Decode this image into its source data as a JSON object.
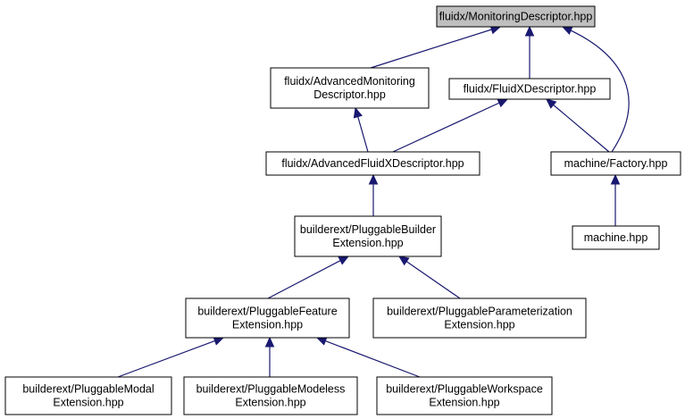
{
  "colors": {
    "edge": "#191970",
    "root_fill": "#bfbfbf",
    "node_fill": "#ffffff",
    "node_border": "#000000"
  },
  "nodes": [
    {
      "id": "monitoring",
      "lines": [
        "fluidx/MonitoringDescriptor.hpp"
      ],
      "highlight": true
    },
    {
      "id": "advmon",
      "lines": [
        "fluidx/AdvancedMonitoring",
        "Descriptor.hpp"
      ]
    },
    {
      "id": "fluidxdesc",
      "lines": [
        "fluidx/FluidXDescriptor.hpp"
      ]
    },
    {
      "id": "advfluidx",
      "lines": [
        "fluidx/AdvancedFluidXDescriptor.hpp"
      ]
    },
    {
      "id": "factory",
      "lines": [
        "machine/Factory.hpp"
      ]
    },
    {
      "id": "machine",
      "lines": [
        "machine.hpp"
      ]
    },
    {
      "id": "builder",
      "lines": [
        "builderext/PluggableBuilder",
        "Extension.hpp"
      ]
    },
    {
      "id": "feature",
      "lines": [
        "builderext/PluggableFeature",
        "Extension.hpp"
      ]
    },
    {
      "id": "param",
      "lines": [
        "builderext/PluggableParameterization",
        "Extension.hpp"
      ]
    },
    {
      "id": "modal",
      "lines": [
        "builderext/PluggableModal",
        "Extension.hpp"
      ]
    },
    {
      "id": "modeless",
      "lines": [
        "builderext/PluggableModeless",
        "Extension.hpp"
      ]
    },
    {
      "id": "workspace",
      "lines": [
        "builderext/PluggableWorkspace",
        "Extension.hpp"
      ]
    }
  ],
  "edges": [
    {
      "from": "advmon",
      "to": "monitoring"
    },
    {
      "from": "fluidxdesc",
      "to": "monitoring"
    },
    {
      "from": "factory",
      "to": "monitoring"
    },
    {
      "from": "advfluidx",
      "to": "advmon"
    },
    {
      "from": "advfluidx",
      "to": "fluidxdesc"
    },
    {
      "from": "factory",
      "to": "fluidxdesc"
    },
    {
      "from": "builder",
      "to": "advfluidx"
    },
    {
      "from": "machine",
      "to": "factory"
    },
    {
      "from": "feature",
      "to": "builder"
    },
    {
      "from": "param",
      "to": "builder"
    },
    {
      "from": "modal",
      "to": "feature"
    },
    {
      "from": "modeless",
      "to": "feature"
    },
    {
      "from": "workspace",
      "to": "feature"
    }
  ]
}
